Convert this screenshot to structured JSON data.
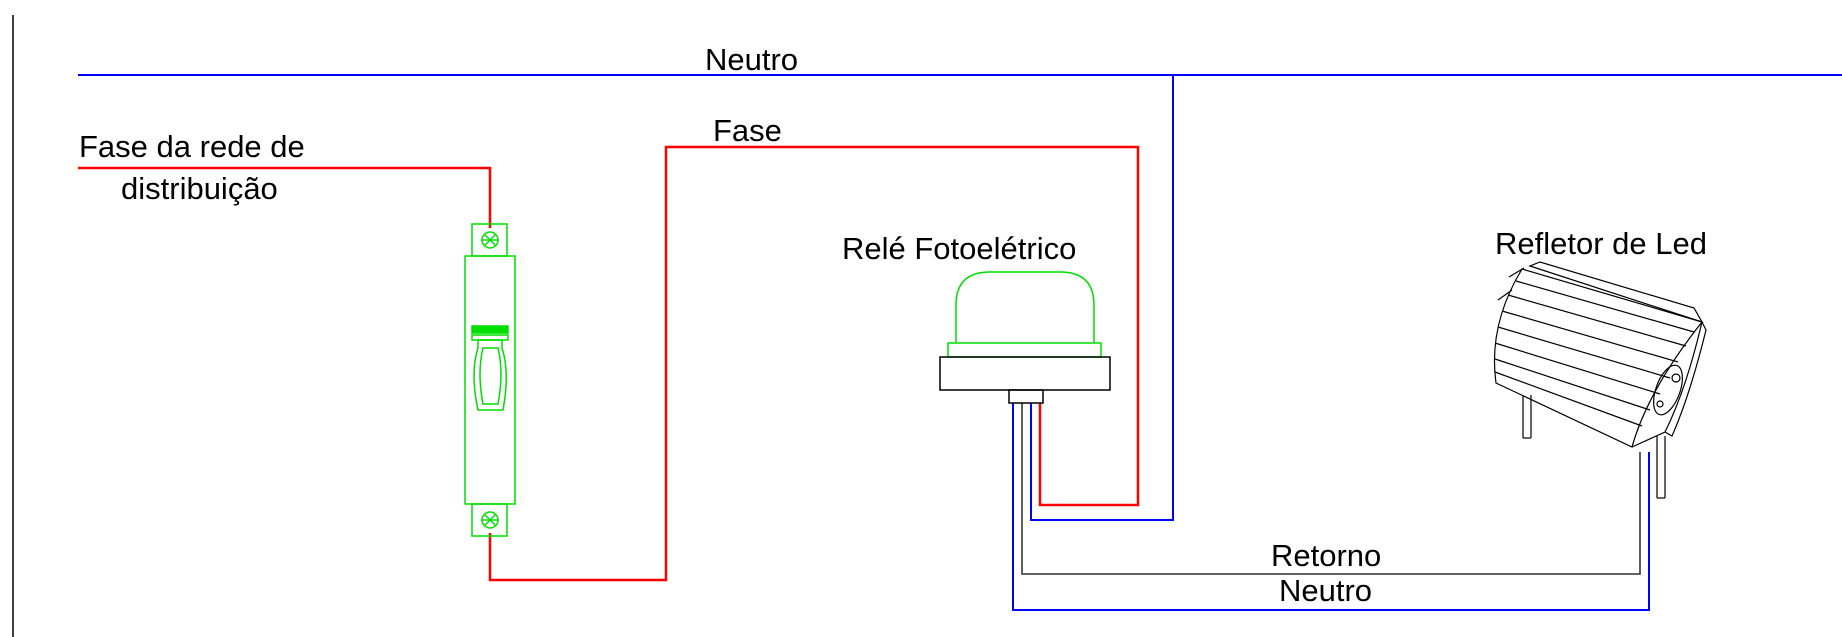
{
  "labels": {
    "neutro_top": "Neutro",
    "fase_rede_line1": "Fase da rede de",
    "fase_rede_line2": "distribuição",
    "fase": "Fase",
    "rele": "Relé Fotoelétrico",
    "refletor": "Refletor de Led",
    "retorno": "Retorno",
    "neutro_bottom": "Neutro"
  },
  "colors": {
    "fase": "#ff0000",
    "neutro": "#0000ff",
    "retorno": "#4d4d4d",
    "device": "#00dd00",
    "drawing": "#000000"
  }
}
